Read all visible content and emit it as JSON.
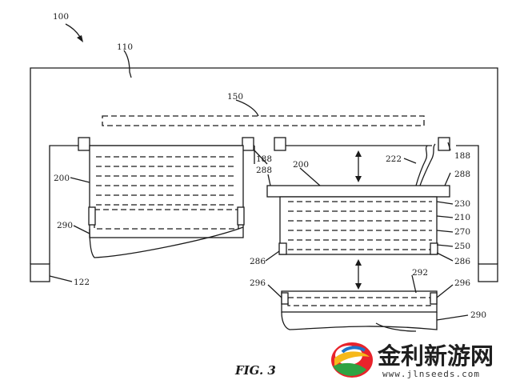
{
  "diagram": {
    "figure_caption": "FIG. 3",
    "labels": {
      "l100": "100",
      "l110": "110",
      "l150": "150",
      "l188a": "188",
      "l188b": "188",
      "l288a": "288",
      "l288b": "288",
      "l200a": "200",
      "l200b": "200",
      "l222": "222",
      "l230": "230",
      "l210": "210",
      "l270": "270",
      "l250": "250",
      "l290a": "290",
      "l290b": "290",
      "l286a": "286",
      "l286b": "286",
      "l122": "122",
      "l292": "292",
      "l296a": "296",
      "l296b": "296"
    }
  },
  "watermark": {
    "chinese": "金利新游网",
    "url": "www.jlnseeds.com"
  }
}
